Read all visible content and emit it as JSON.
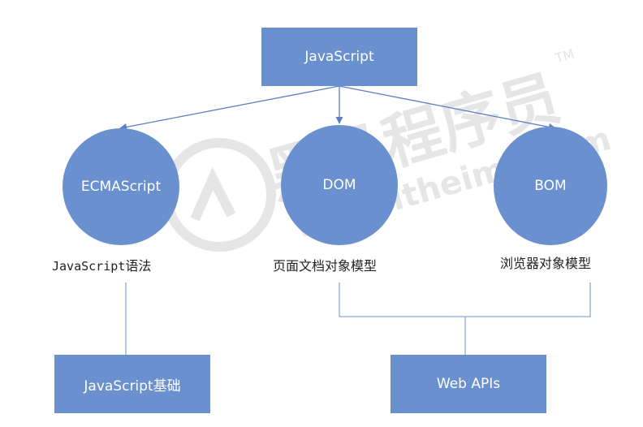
{
  "nodes": {
    "javascript": "JavaScript",
    "ecmascript": "ECMAScript",
    "dom": "DOM",
    "bom": "BOM",
    "js_basics": "JavaScript基础",
    "web_apis": "Web APIs"
  },
  "labels": {
    "ecma_prefix": "JavaScript",
    "ecma_suffix": "语法",
    "dom_desc": "页面文档对象模型",
    "bom_desc": "浏览器对象模型"
  },
  "watermark": {
    "brand": "黑马程序员",
    "url": "www.itheima.com",
    "tm": "TM"
  },
  "colors": {
    "node_fill": "#6b90cf",
    "edge": "#5b7fc0",
    "connector": "#8aa9dc",
    "watermark": "#e9e9e9"
  }
}
